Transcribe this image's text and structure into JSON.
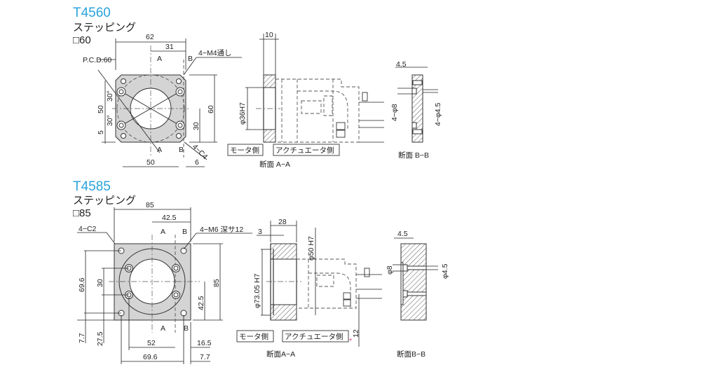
{
  "t4560": {
    "title": "T4560",
    "motor_type": "ステッピング",
    "size": "□60",
    "front": {
      "dim_width": "62",
      "dim_half": "31",
      "pcd": "P.C.D.60",
      "tap": "4−M4通し",
      "section_a": "A",
      "section_b": "B",
      "dim_50_left": "50",
      "dim_5": "5",
      "angle_1": "30°",
      "angle_2": "30°",
      "dim_60": "60",
      "dim_30": "30",
      "dim_50_bottom": "50",
      "dim_6": "6",
      "chamfer": "4−C4"
    },
    "section_aa": {
      "dim_10": "10",
      "bore": "φ36H7",
      "motor_side": "モータ側",
      "actuator_side": "アクチュエータ側",
      "caption": "断面 A−A"
    },
    "section_bb": {
      "dim_45": "4.5",
      "cbore": "4−φ8",
      "hole": "4−φ4.5",
      "caption": "断面 B−B"
    }
  },
  "t4585": {
    "title": "T4585",
    "motor_type": "ステッピング",
    "size": "□85",
    "front": {
      "dim_width": "85",
      "dim_half": "42.5",
      "chamfer": "4−C2",
      "tap": "4−M6 深サ12",
      "section_a": "A",
      "section_b": "B",
      "dim_696_left": "69.6",
      "dim_30": "30",
      "dim_77_left": "7.7",
      "dim_275": "27.5",
      "dim_85": "85",
      "dim_425": "42.5",
      "dim_52": "52",
      "dim_165": "16.5",
      "dim_696_bottom": "69.6",
      "dim_77_bottom": "7.7"
    },
    "section_aa": {
      "dim_28": "28",
      "dim_3": "3",
      "bore_outer": "φ73.05 H7",
      "bore_inner": "φ50 H7",
      "motor_side": "モータ側",
      "actuator_side": "アクチュエータ側",
      "note_mark": "*",
      "dim_12": "12",
      "caption": "断面A−A"
    },
    "section_bb": {
      "dim_45": "4.5",
      "cbore": "φ8",
      "hole": "φ4.5",
      "caption": "断面B−B"
    }
  },
  "colors": {
    "title": "#2aa3dc",
    "plate": "#d4d4d4",
    "note": "#e0408a"
  }
}
